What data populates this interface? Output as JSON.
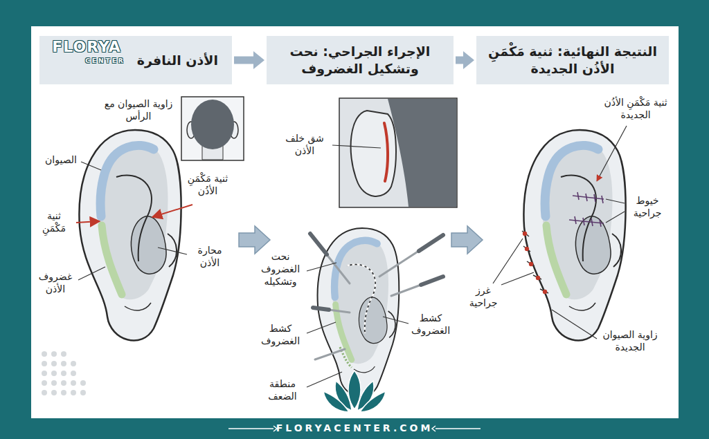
{
  "diagram": {
    "nodes": [
      {
        "text": [
          "الأذن النافرة"
        ]
      },
      {
        "text": [
          "الإجراء الجراحي: نحت وتشكيل الغضروف"
        ]
      },
      {
        "text": [
          "النتيجة النهائية: ثنية مَكْمَنِ الأذُن الجديدة"
        ]
      }
    ],
    "edges": [
      {
        "from": 0,
        "to": 1,
        "arrow": "to"
      },
      {
        "from": 1,
        "to": 2,
        "arrow": "to"
      }
    ],
    "labels": [
      "زاوية الصيوان مع الرأس",
      "الصيوان",
      "ثنية مَكْمَنِ الأذُن",
      "ثنية مَكْمَنِ",
      "محارة الأذن",
      "غضروف الأذن",
      "شق خلف الأذن",
      "نحت الغضروف وتشكيله",
      "كشط الغضروف",
      "كشط الغضروف",
      "منطقة الضعف",
      "ثنية مَكْمَنِ الأذُن الجديدة",
      "خيوط جراحية",
      "غرز جراحية",
      "زاوية الصيوان الجديدة",
      "FLORYA",
      "CENTER",
      "FLORYACENTER.COM"
    ]
  }
}
